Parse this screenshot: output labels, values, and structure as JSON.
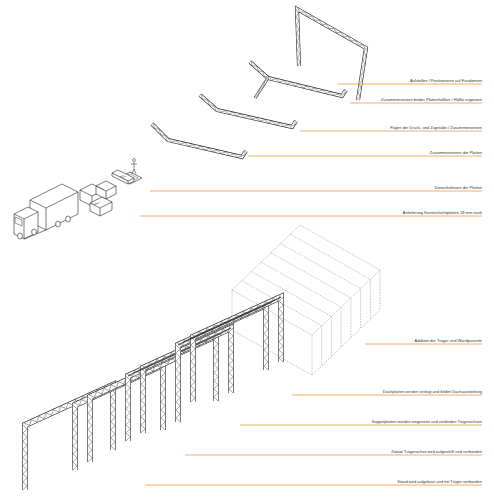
{
  "diagram": {
    "labels": [
      "Aufstellen / Positionieren auf Fundament",
      "Zusammensetzen beider Plattenhälften / Hälfte ergänzen",
      "Fügen der Druck- und Zugstäbe / Zusammensetzen",
      "Zusammensetzen der Platten",
      "Dreiecksfräsen der Platten",
      "Anlieferung Kunstschichtplatten 18 mm stark",
      "Addition der Träger und Wandpaneele",
      "Dachplatten werden verlegt und bilden Dachaussteifung",
      "Koppelplatten werden eingesetzt und verbinden Trägerachsen",
      "Zweite Trägerachse wird aufgestellt und verbunden",
      "Stand wird aufgebaut und mit Träger verbunden"
    ]
  }
}
